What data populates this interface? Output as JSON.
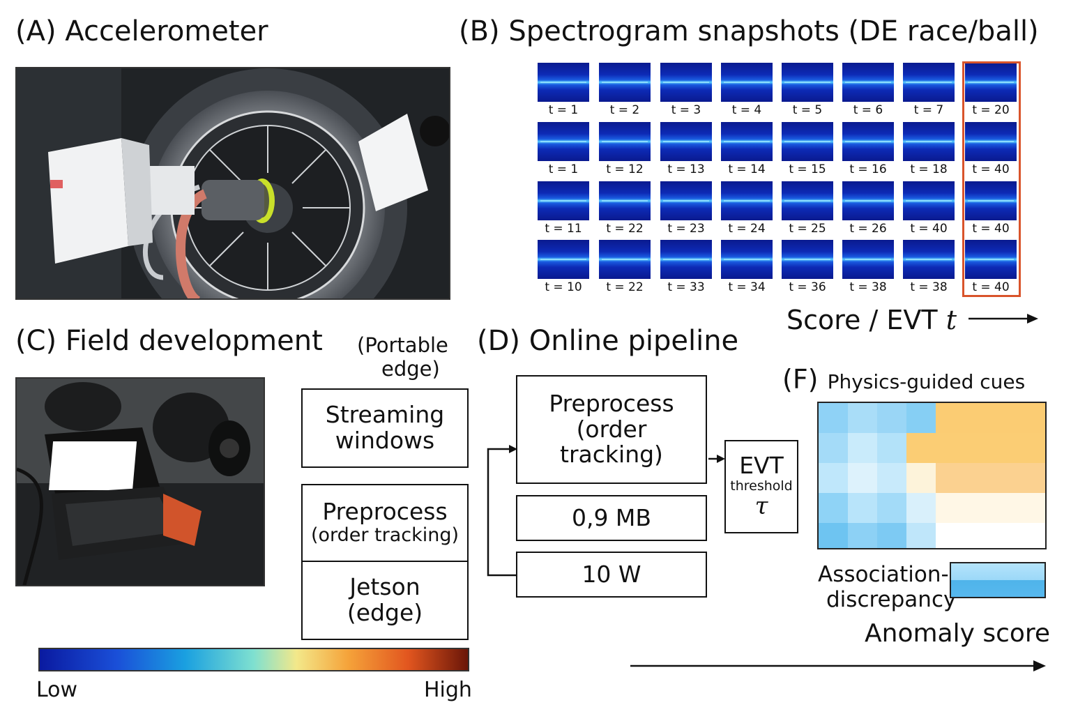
{
  "panel_a": {
    "title": "(A)  Accelerometer"
  },
  "panel_b": {
    "title": "(B)  Spectrogram snapshots (DE race/ball)",
    "rows": [
      [
        "t = 1",
        "t = 2",
        "t = 3",
        "t = 4",
        "t = 5",
        "t = 6",
        "t = 7",
        "t = 20"
      ],
      [
        "t = 1",
        "t = 12",
        "t = 13",
        "t = 14",
        "t = 15",
        "t = 16",
        "t = 18",
        "t = 40"
      ],
      [
        "t = 11",
        "t = 22",
        "t = 23",
        "t = 24",
        "t = 25",
        "t = 26",
        "t = 40",
        "t = 40"
      ],
      [
        "t = 10",
        "t = 22",
        "t = 33",
        "t = 34",
        "t = 36",
        "t = 38",
        "t = 38",
        "t = 40"
      ]
    ],
    "axis_label": "Score / EVT ",
    "axis_var": "t",
    "highlight_color": "#d9542b"
  },
  "panel_c": {
    "title": "(C)  Field development",
    "subtitle_line1": "(Portable",
    "subtitle_line2": "edge)",
    "box_streaming_l1": "Streaming",
    "box_streaming_l2": "windows",
    "box_preprocess_l1": "Preprocess",
    "box_preprocess_l2": "(order tracking)",
    "box_jetson_l1": "Jetson",
    "box_jetson_l2": "(edge)"
  },
  "colorbar": {
    "low": "Low",
    "high": "High"
  },
  "panel_d": {
    "title": "(D)  Online pipeline",
    "pre_l1": "Preprocess",
    "pre_l2": "(order",
    "pre_l3": "tracking)",
    "memory": "0,9 MB",
    "power": "10 W",
    "evt_l1": "EVT",
    "evt_l2": "threshold",
    "evt_l3": "τ"
  },
  "panel_f": {
    "title_prefix": "(F)",
    "title_text": "Physics-guided cues",
    "legend_l1": "Association-",
    "legend_l2": "discrepancy",
    "anomaly": "Anomaly score"
  }
}
